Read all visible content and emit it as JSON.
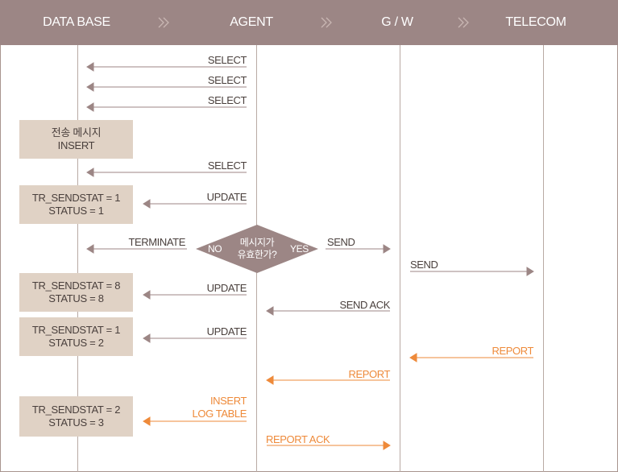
{
  "header": {
    "columns": [
      "DATA BASE",
      "AGENT",
      "G / W",
      "TELECOM"
    ],
    "separator_icon": "double-chevron-right-icon"
  },
  "boxes": [
    {
      "line1": "전송 메시지",
      "line2": "INSERT"
    },
    {
      "line1": "TR_SENDSTAT = 1",
      "line2": "STATUS = 1"
    },
    {
      "line1": "TR_SENDSTAT = 8",
      "line2": "STATUS = 8"
    },
    {
      "line1": "TR_SENDSTAT = 1",
      "line2": "STATUS = 2"
    },
    {
      "line1": "TR_SENDSTAT = 2",
      "line2": "STATUS = 3"
    }
  ],
  "decision": {
    "line1": "메시지가",
    "line2": "유효한가?",
    "no": "NO",
    "yes": "YES"
  },
  "messages": {
    "select1": "SELECT",
    "select2": "SELECT",
    "select3": "SELECT",
    "select4": "SELECT",
    "update1": "UPDATE",
    "terminate": "TERMINATE",
    "send_agent": "SEND",
    "send_gw": "SEND",
    "update2": "UPDATE",
    "send_ack": "SEND ACK",
    "update3": "UPDATE",
    "report_telecom": "REPORT",
    "report_gw": "REPORT",
    "insert_log_1": "INSERT",
    "insert_log_2": "LOG TABLE",
    "report_ack": "REPORT ACK"
  },
  "colors": {
    "header": "#9c8685",
    "arrow": "#9c8685",
    "report": "#ee8a3a",
    "box": "#e0d2c5",
    "decision": "#9c8685"
  }
}
